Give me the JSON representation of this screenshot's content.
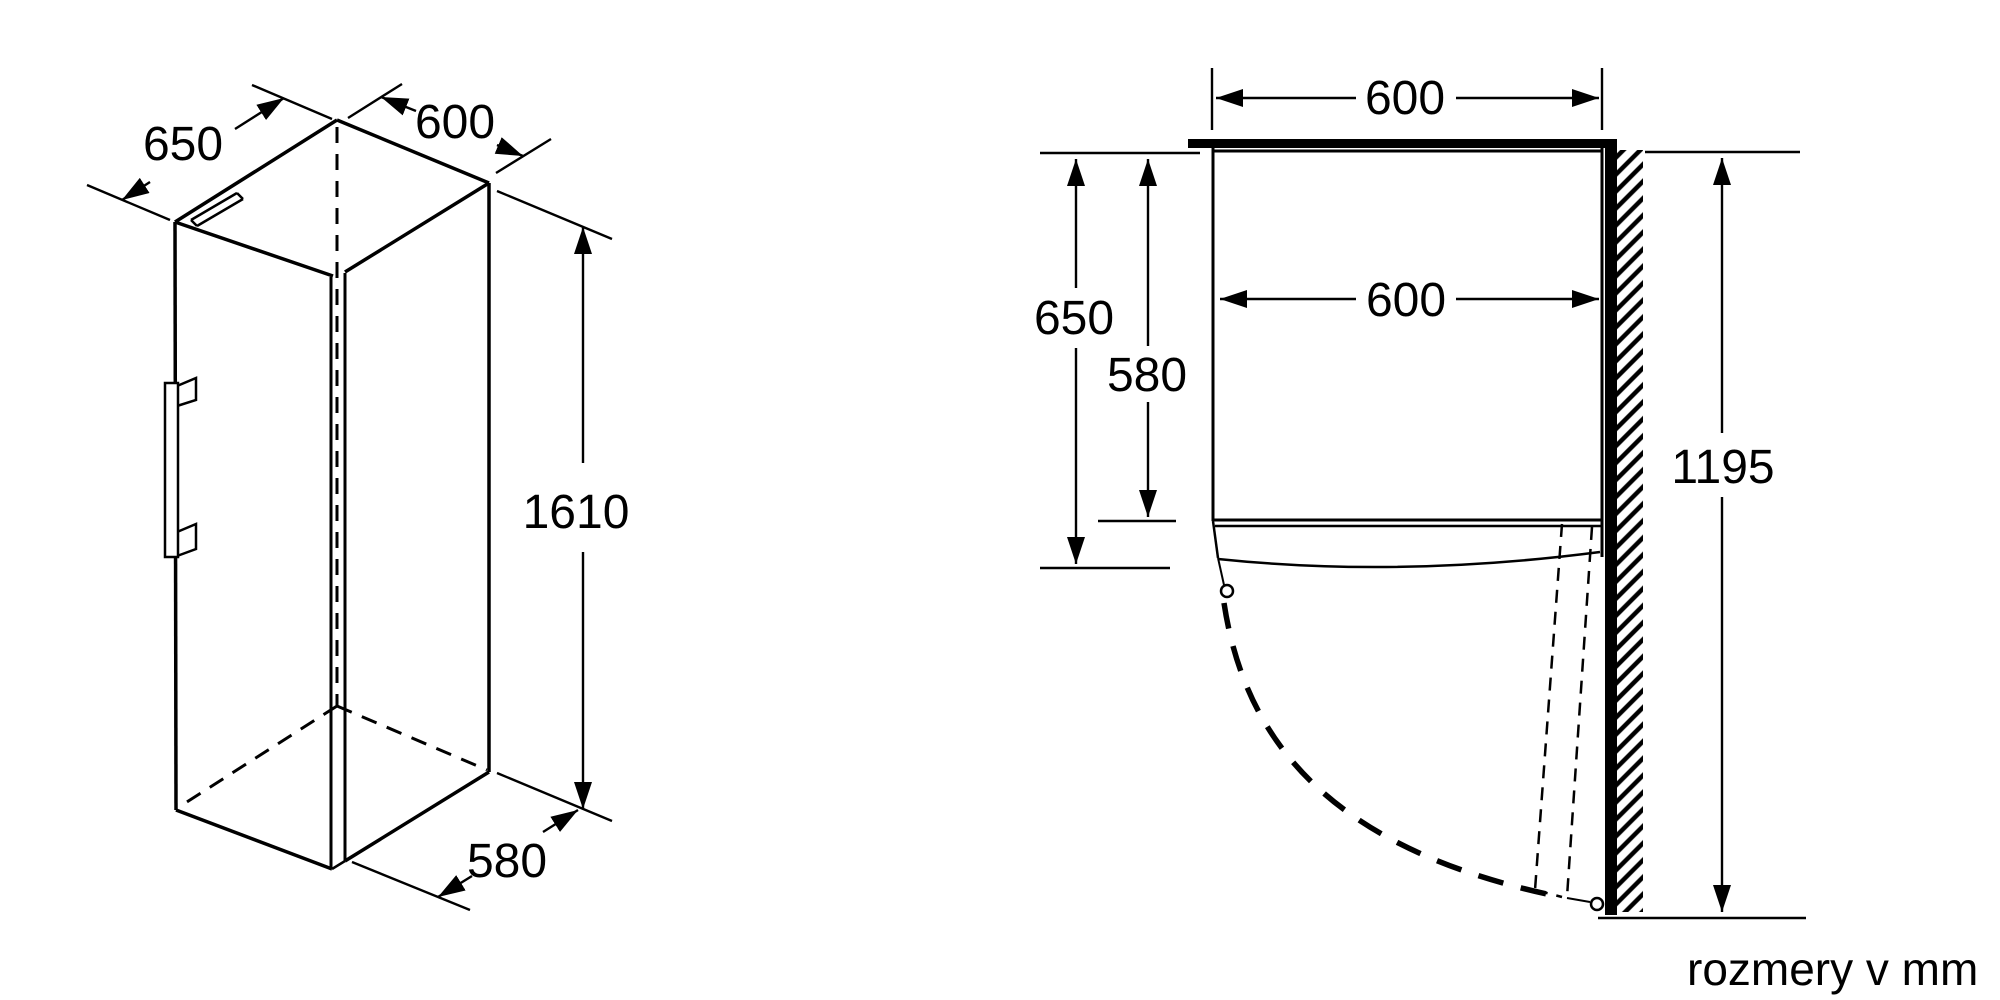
{
  "canvas": {
    "background": "#ffffff",
    "ink": "#000000"
  },
  "left_diagram": {
    "depth_top": "650",
    "width_top": "600",
    "height": "1610",
    "depth_bottom": "580"
  },
  "right_diagram": {
    "width_above": "600",
    "depth_total": "650",
    "depth_body": "580",
    "width_inner": "600",
    "door_clearance": "1195"
  },
  "footer": {
    "units_note": "rozmery v mm"
  }
}
